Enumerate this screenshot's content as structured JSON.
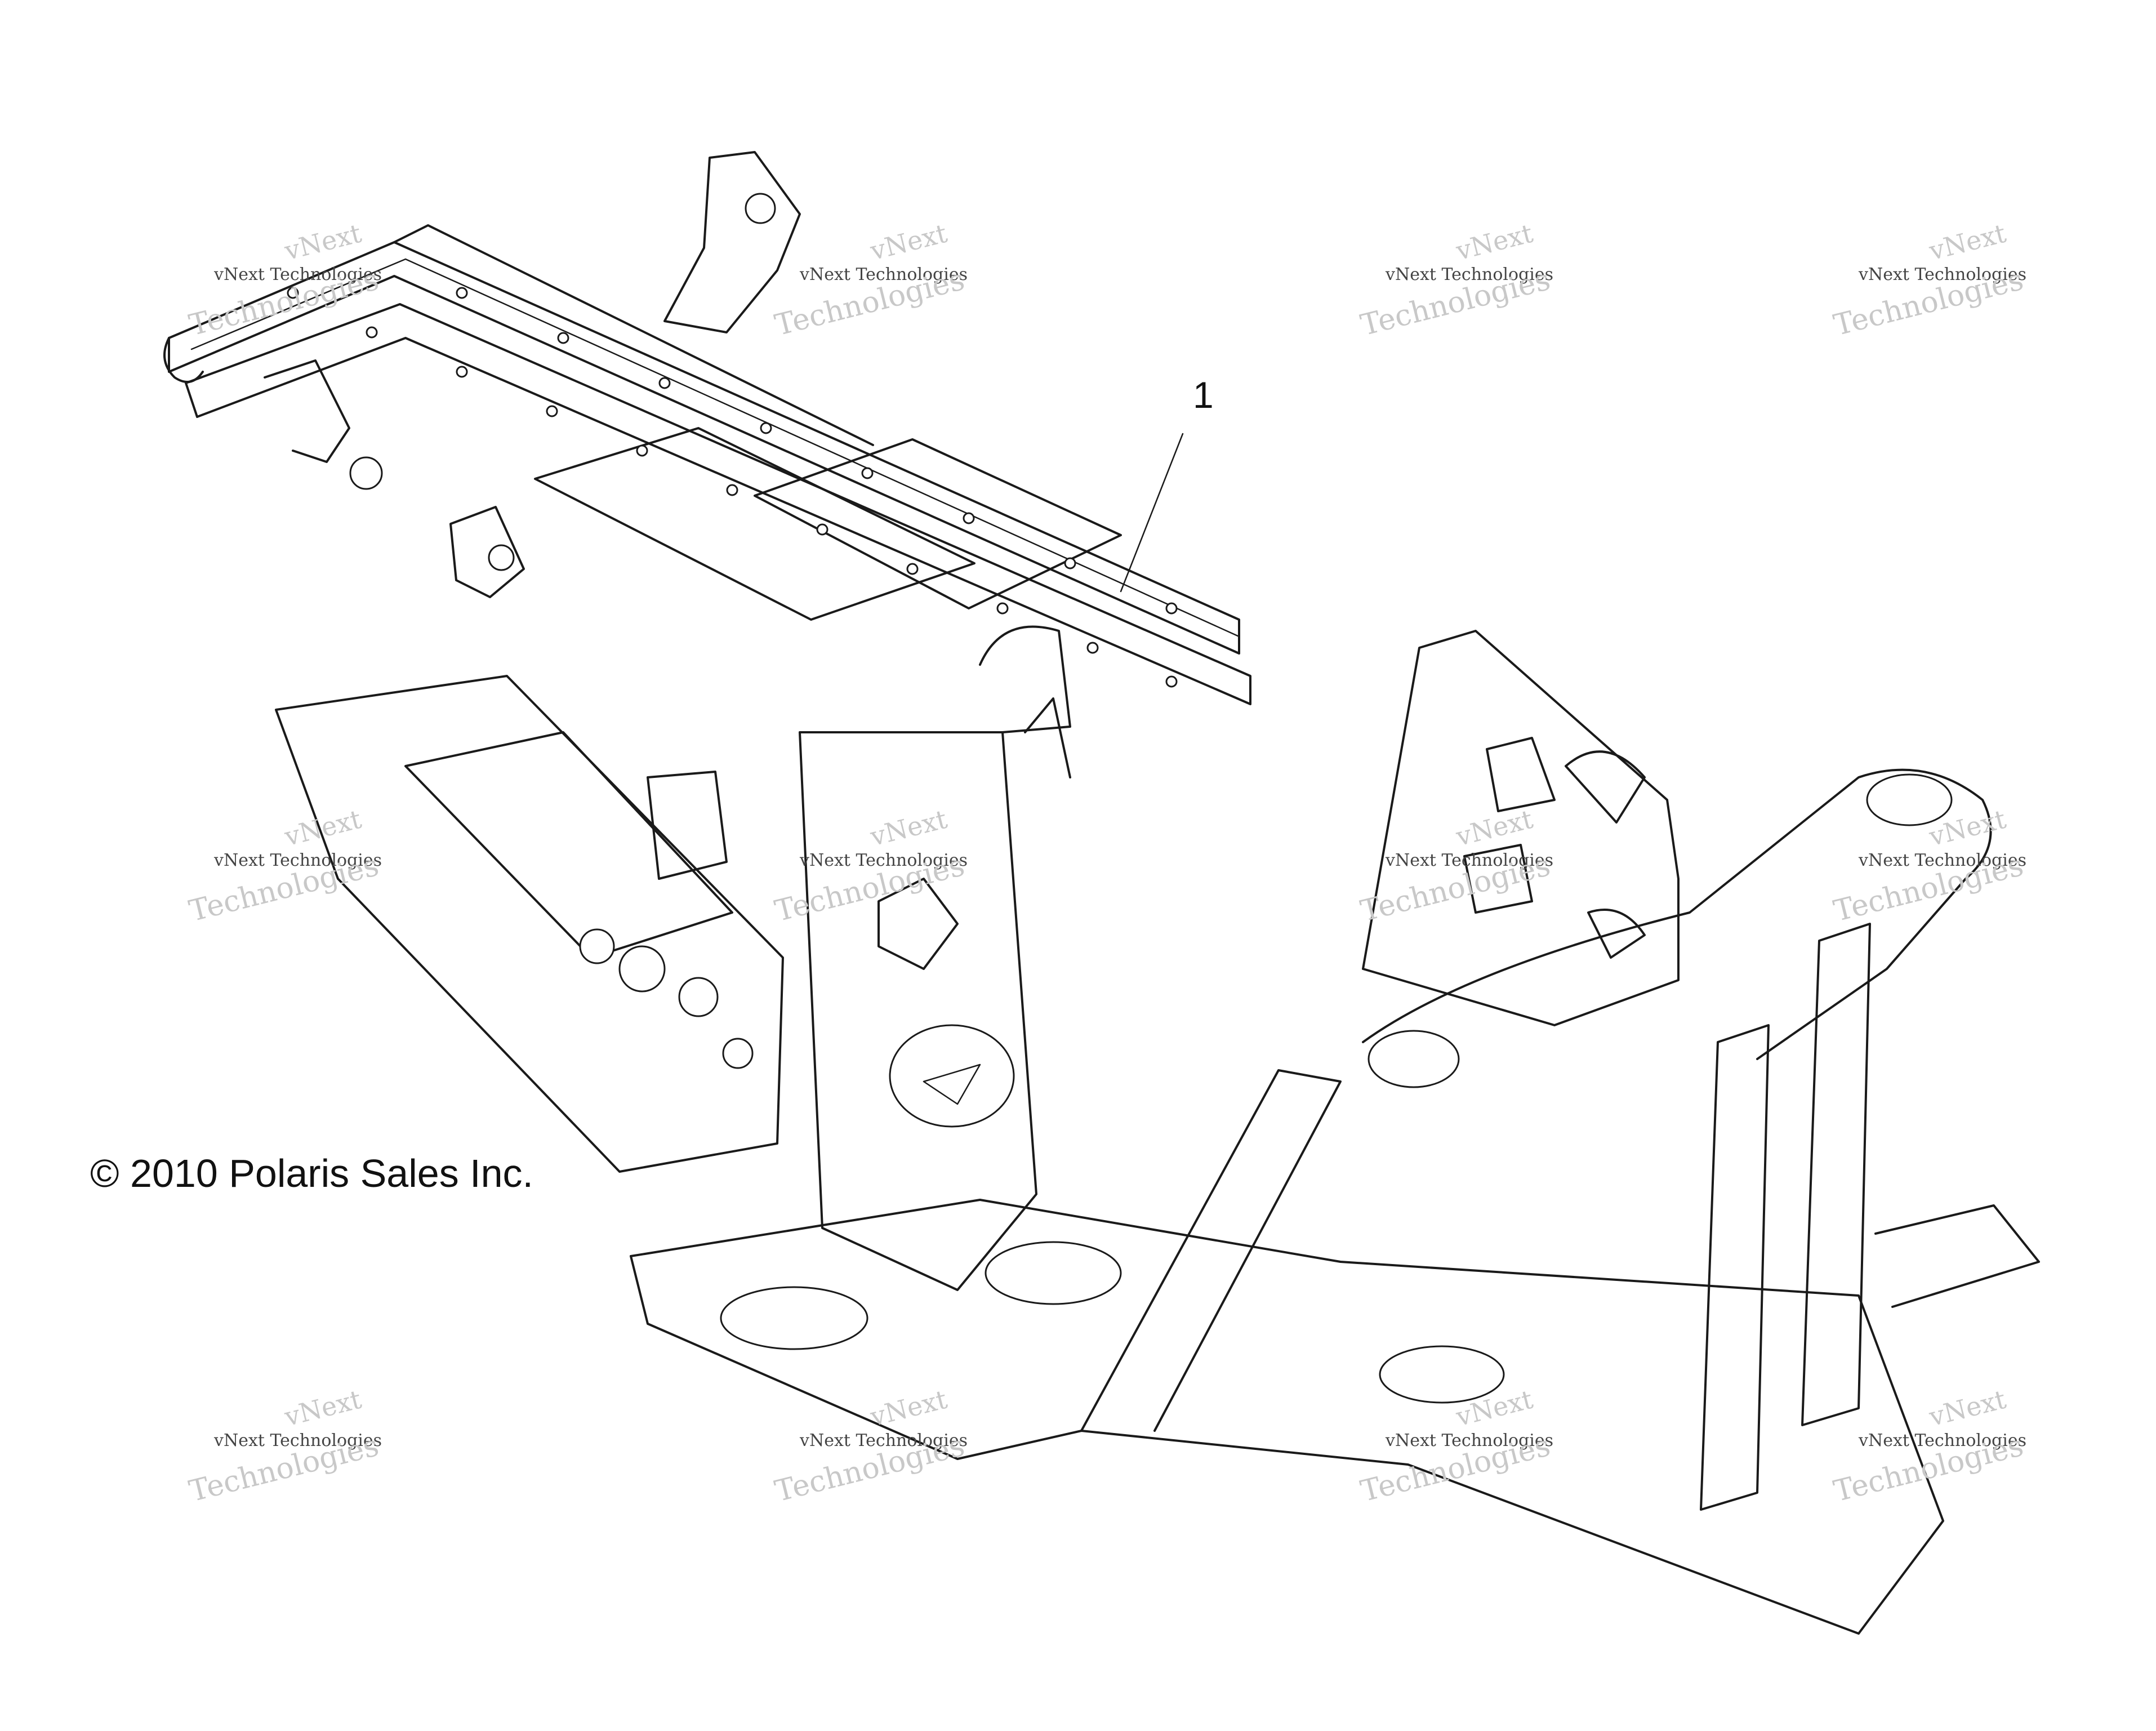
{
  "diagram": {
    "callout": "1",
    "copyright": "© 2010 Polaris Sales Inc.",
    "watermark": {
      "line1": "vNext",
      "line2": "vNext Technologies",
      "line3": "Technologies"
    },
    "colors": {
      "line": "#1a1a1a",
      "watermark": "#c8c8c8",
      "background": "#ffffff"
    }
  }
}
